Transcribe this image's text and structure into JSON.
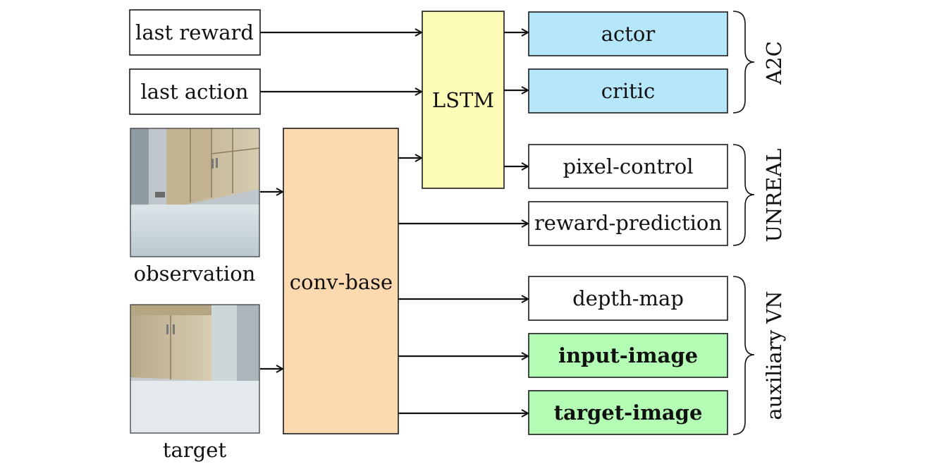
{
  "inputs": {
    "last_reward": "last reward",
    "last_action": "last action",
    "observation_caption": "observation",
    "target_caption": "target"
  },
  "modules": {
    "lstm": "LSTM",
    "conv_base": "conv-base"
  },
  "outputs": {
    "actor": "actor",
    "critic": "critic",
    "pixel_control": "pixel-control",
    "reward_prediction": "reward-prediction",
    "depth_map": "depth-map",
    "input_image": "input-image",
    "target_image": "target-image"
  },
  "groups": {
    "a2c": "A2C",
    "unreal": "UNREAL",
    "auxiliary_vn": "auxiliary VN"
  },
  "colors": {
    "lstm_fill": "#fdfdb7",
    "conv_fill": "#fdd9b0",
    "a2c_fill": "#b6e6fa",
    "vn_fill": "#b4fdb4",
    "plain_fill": "#ffffff"
  }
}
